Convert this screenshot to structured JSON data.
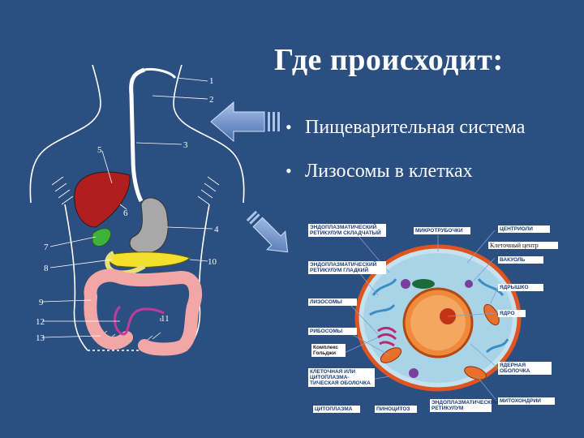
{
  "slide": {
    "title": "Где происходит:",
    "bullets": [
      "Пищеварительная система",
      "Лизосомы в клетках"
    ],
    "bullet_glyph": "•"
  },
  "anatomy_figure": {
    "numbers": [
      "1",
      "2",
      "3",
      "4",
      "5",
      "6",
      "7",
      "8",
      "9",
      "10",
      "11",
      "12",
      "13"
    ]
  },
  "cell_figure": {
    "labels_left": [
      "ЭНДОПЛАЗМАТИЧЕСКИЙ РЕТИКУЛУМ СКЛАДЧАТЫЙ",
      "ЭНДОПЛАЗМАТИЧЕСКИЙ РЕТИКУЛУМ ГЛАДКИЙ",
      "ЛИЗОСОМЫ",
      "РИБОСОМЫ",
      "Комплекс Гольджи",
      "КЛЕТОЧНАЯ ИЛИ ЦИТОПЛАЗМА-ТИЧЕСКАЯ ОБОЛОЧКА"
    ],
    "labels_top": [
      "МИКРОТРУБОЧКИ"
    ],
    "labels_right": [
      "ЦЕНТРИОЛИ",
      "Клеточный центр",
      "ВАКУОЛЬ",
      "ЯДРЫШКО",
      "ЯДРО",
      "ЯДЕРНАЯ ОБОЛОЧКА",
      "МИТОХОНДРИИ"
    ],
    "labels_bottom": [
      "ЦИТОПЛАЗМА",
      "ПИНОЦИТОЗ",
      "ЭНДОПЛАЗМАТИЧЕСКИЙ РЕТИКУЛУМ"
    ]
  },
  "colors": {
    "background": "#2b4f80",
    "text": "#ffffff",
    "liver": "#b01e1e",
    "stomach": "#a8a8a8",
    "gallbladder": "#3fb23a",
    "pancreas": "#f2e02c",
    "intestine": "#f2a6a6",
    "arrow": "#6d8fc4"
  }
}
